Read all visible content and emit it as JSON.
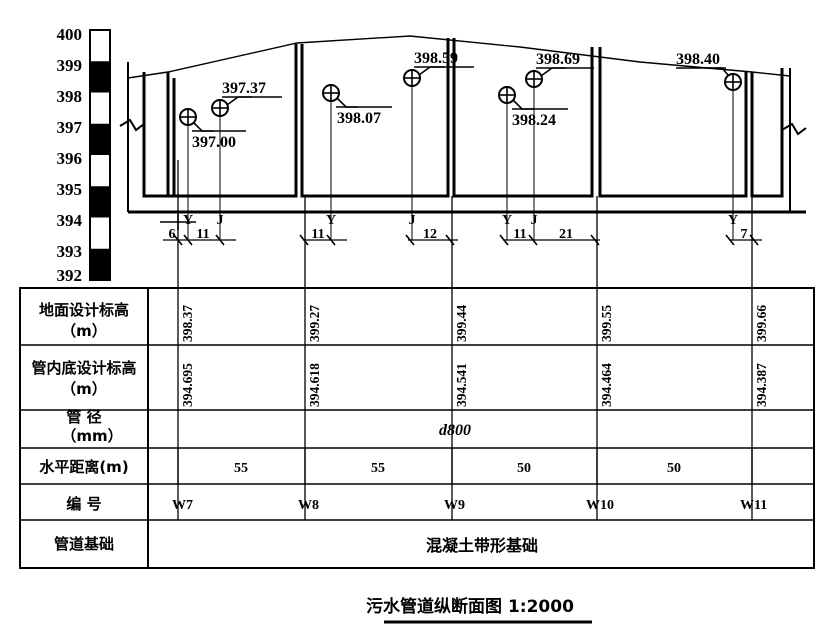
{
  "drawing": {
    "title": "污水管道纵断面图  1:2000",
    "kind": "sewer-pipe-longitudinal-profile"
  },
  "elevation_axis": {
    "unit": "m",
    "ticks": [
      "400",
      "399",
      "398",
      "397",
      "396",
      "395",
      "394",
      "393",
      "392"
    ],
    "bar_pattern": [
      "white",
      "black",
      "white",
      "black",
      "white",
      "black",
      "white",
      "black"
    ]
  },
  "profile": {
    "branch_marks": [
      {
        "value": "397.00",
        "connector": "Y"
      },
      {
        "value": "397.37",
        "connector": "J"
      },
      {
        "value": "398.07",
        "connector": "Y"
      },
      {
        "value": "398.59",
        "connector": "J"
      },
      {
        "value": "398.24",
        "connector": "Y"
      },
      {
        "value": "398.69",
        "connector": "J"
      },
      {
        "value": "398.40",
        "connector": "Y"
      }
    ],
    "connector_labels": [
      "Y",
      "J",
      "Y",
      "J",
      "Y",
      "J",
      "Y"
    ],
    "offset_dims": [
      "6",
      "11",
      "11",
      "12",
      "11",
      "21",
      "7"
    ]
  },
  "table": {
    "rows": [
      {
        "label_line1": "地面设计标高",
        "label_line2": "（m）"
      },
      {
        "label_line1": "管内底设计标高",
        "label_line2": "（m）"
      },
      {
        "label_line1": "管  径",
        "label_line2": "（mm）"
      },
      {
        "label_line1": "水平距离(m)",
        "label_line2": ""
      },
      {
        "label_line1": "编    号",
        "label_line2": ""
      },
      {
        "label_line1": "管道基础",
        "label_line2": ""
      }
    ],
    "ground_elevations": [
      "398.37",
      "399.27",
      "399.44",
      "399.55",
      "399.66"
    ],
    "invert_elevations": [
      "394.695",
      "394.618",
      "394.541",
      "394.464",
      "394.387"
    ],
    "pipe_diameter": "d800",
    "horizontal_distances": [
      "55",
      "55",
      "50",
      "50"
    ],
    "manhole_numbers": [
      "W7",
      "W8",
      "W9",
      "W10",
      "W11"
    ],
    "pipe_foundation": "混凝土带形基础"
  },
  "colors": {
    "ink": "#000000",
    "paper": "#ffffff"
  }
}
